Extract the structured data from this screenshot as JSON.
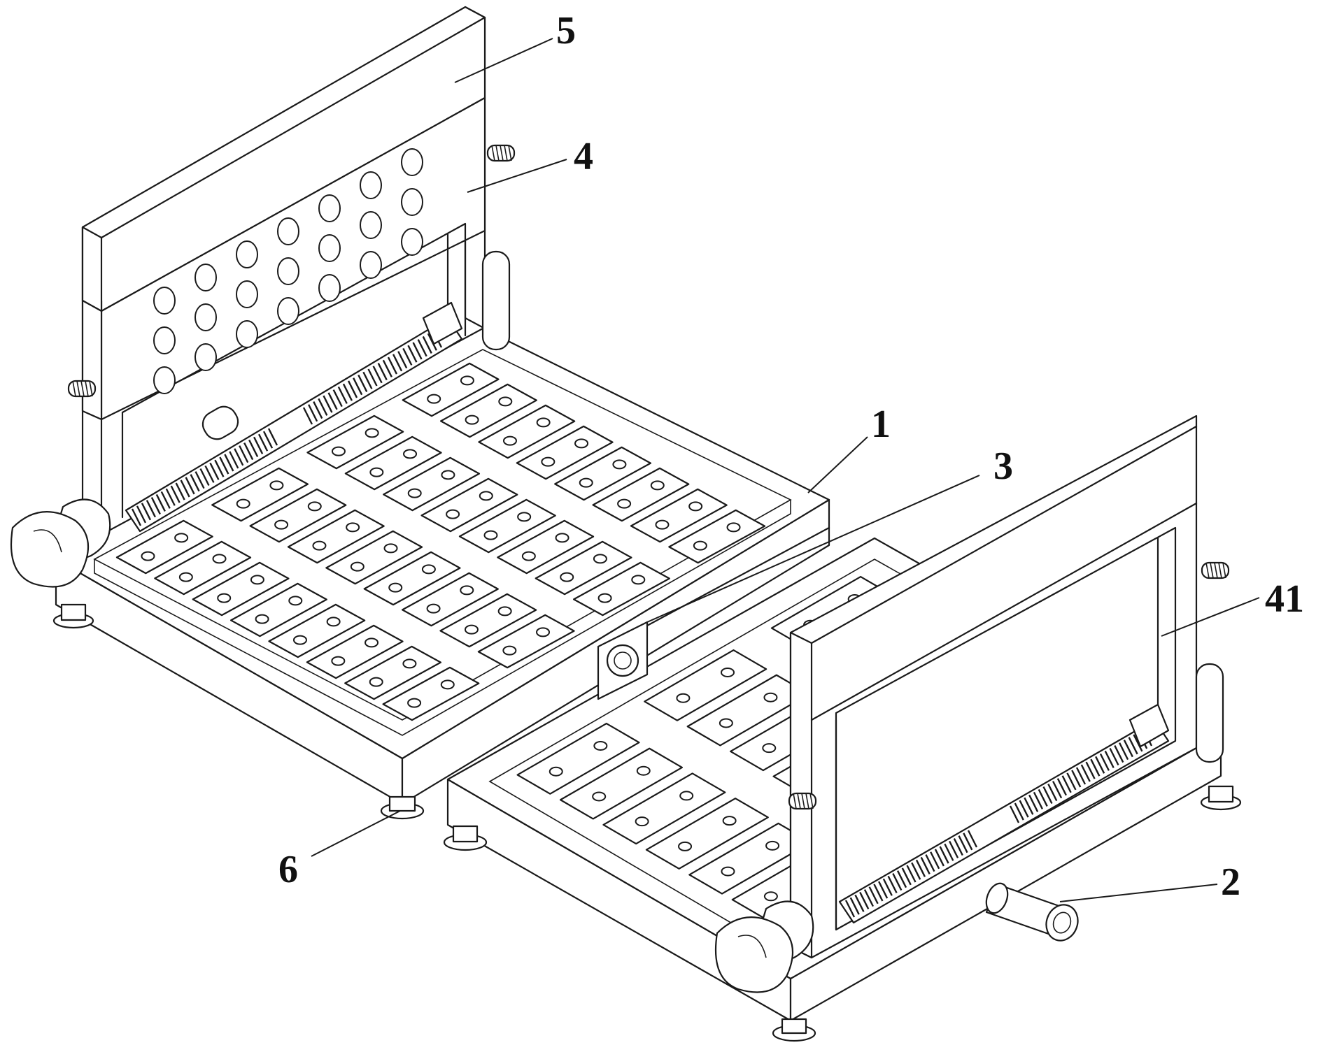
{
  "figure": {
    "callouts": [
      {
        "id": "c5",
        "label": "5"
      },
      {
        "id": "c4",
        "label": "4"
      },
      {
        "id": "c1",
        "label": "1"
      },
      {
        "id": "c3",
        "label": "3"
      },
      {
        "id": "c41",
        "label": "41"
      },
      {
        "id": "c2",
        "label": "2"
      },
      {
        "id": "c6",
        "label": "6"
      }
    ]
  },
  "colors": {
    "line": "#1a1a1a",
    "background": "#ffffff"
  }
}
